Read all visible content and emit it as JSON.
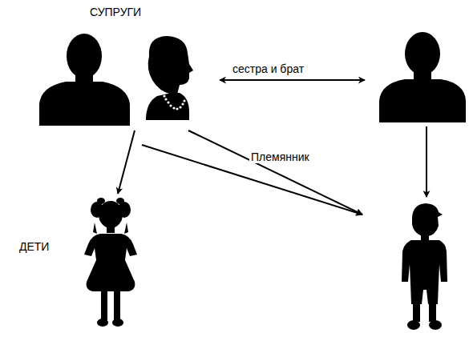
{
  "diagram": {
    "labels": [
      "СУПРУГИ",
      "сестра и брат",
      "Племянник",
      "ДЕТИ"
    ]
  }
}
